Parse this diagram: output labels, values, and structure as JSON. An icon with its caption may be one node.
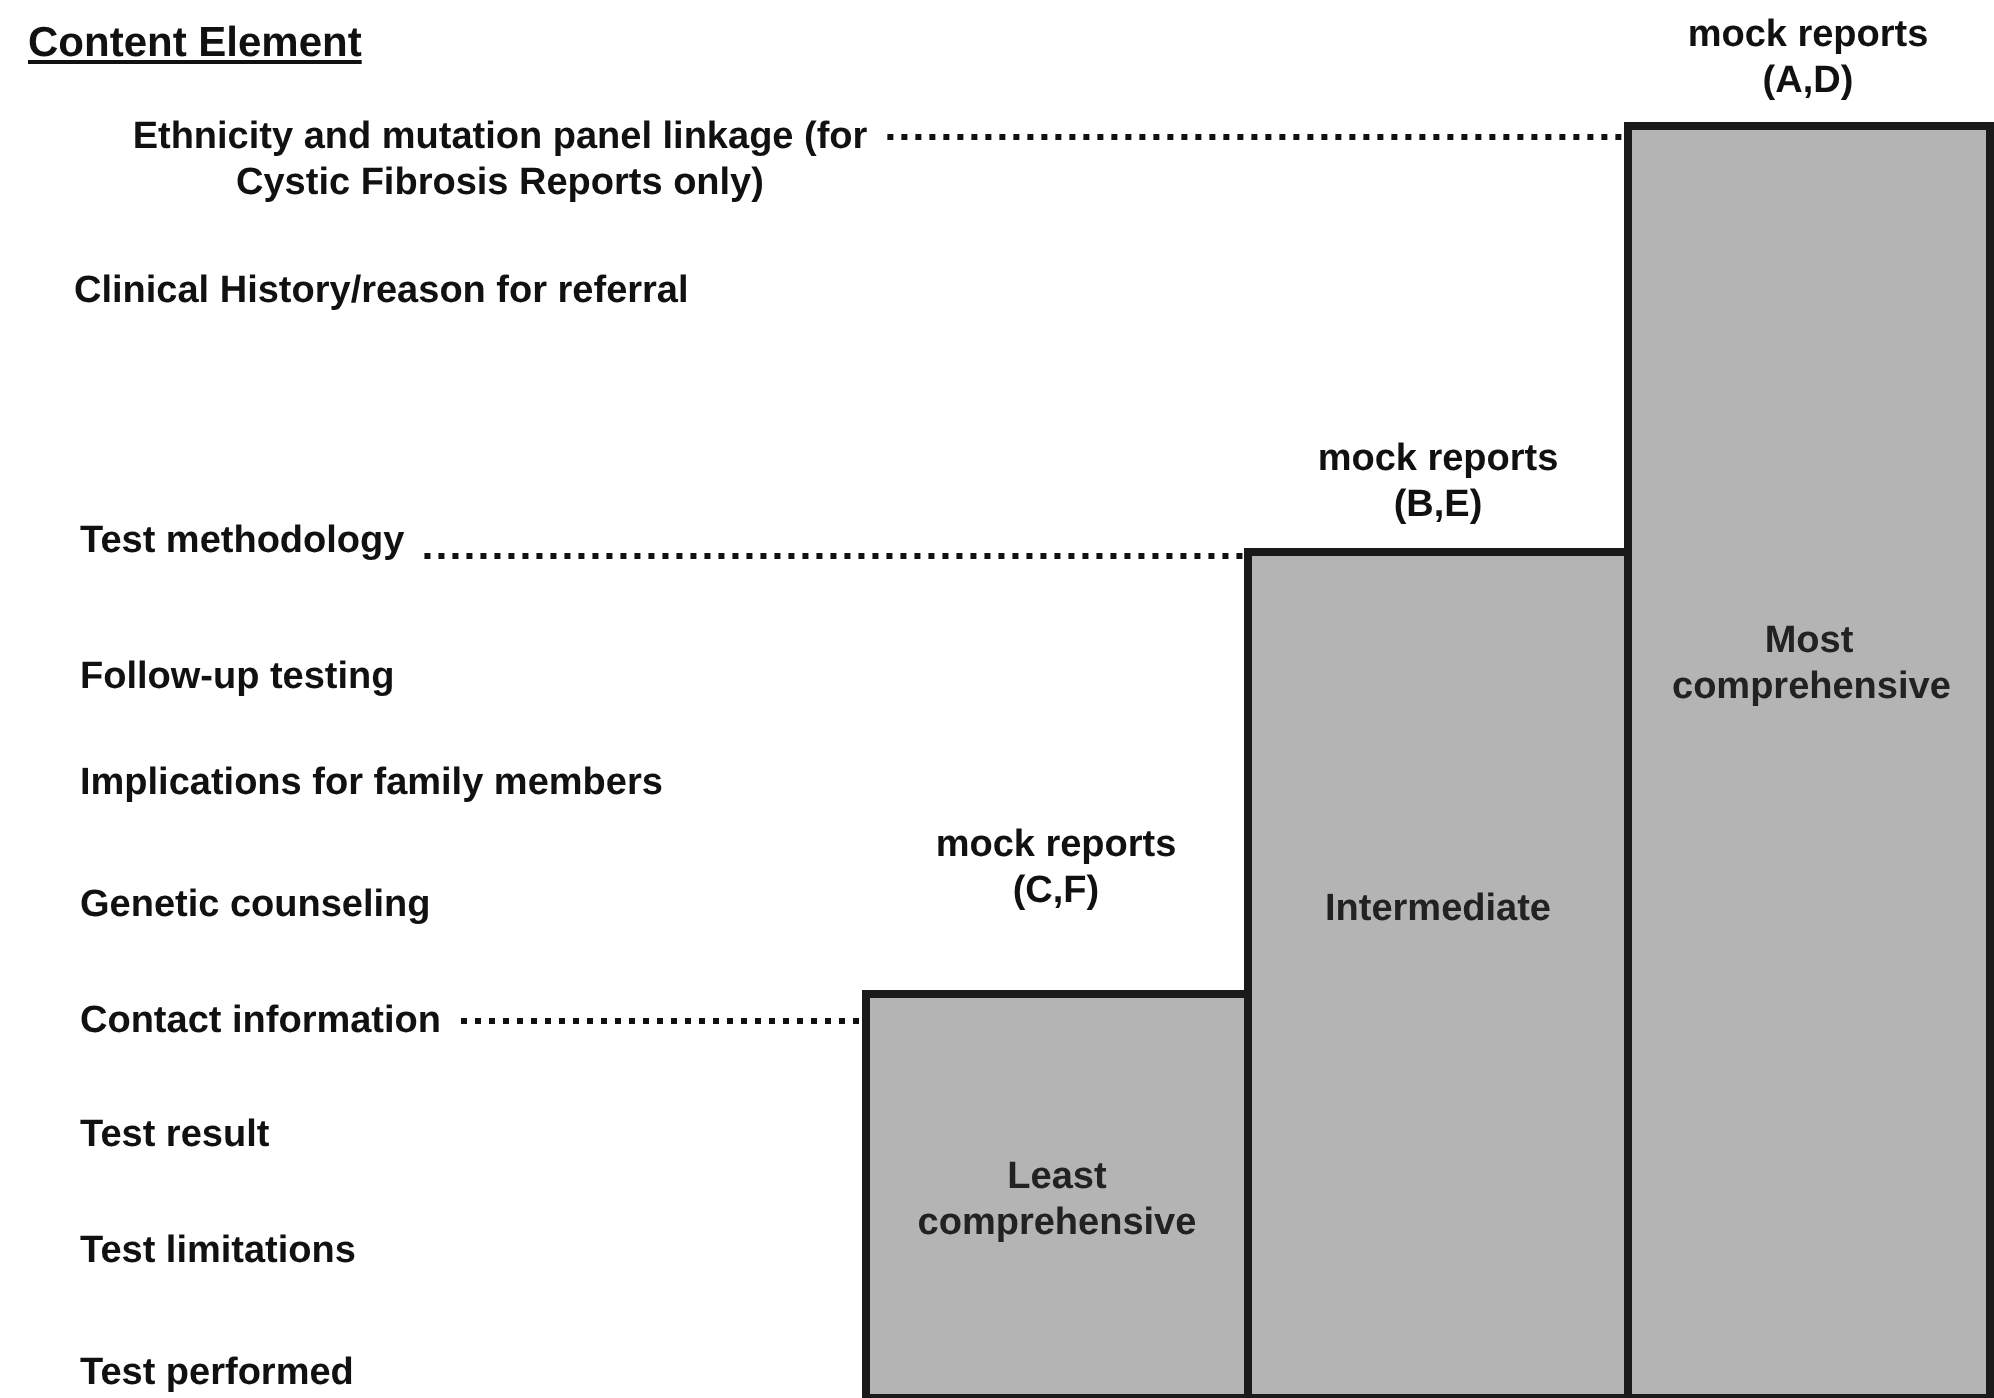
{
  "diagram": {
    "title": "Content Element",
    "nodes": [
      {
        "text": [
          "Ethnicity and mutation panel linkage (for Cystic Fibrosis Reports only)"
        ]
      },
      {
        "text": [
          "Most comprehensive"
        ],
        "beside": [
          "mock reports (A,D)"
        ]
      },
      {
        "text": [
          "Test methodology"
        ]
      },
      {
        "text": [
          "Intermediate"
        ],
        "beside": [
          "mock reports (B,E)"
        ]
      },
      {
        "text": [
          "Contact information"
        ]
      },
      {
        "text": [
          "Least comprehensive"
        ],
        "beside": [
          "mock reports (C,F)"
        ]
      }
    ],
    "edges": [
      {
        "from": 0,
        "to": 1,
        "arrow": "none",
        "style": "dashed"
      },
      {
        "from": 2,
        "to": 3,
        "arrow": "none",
        "style": "dashed"
      },
      {
        "from": 4,
        "to": 5,
        "arrow": "none",
        "style": "dashed"
      }
    ],
    "labels": [
      "Clinical History/reason for referral",
      "Follow-up testing",
      "Implications for family members",
      "Genetic counseling",
      "Test result",
      "Test limitations",
      "Test performed"
    ]
  }
}
